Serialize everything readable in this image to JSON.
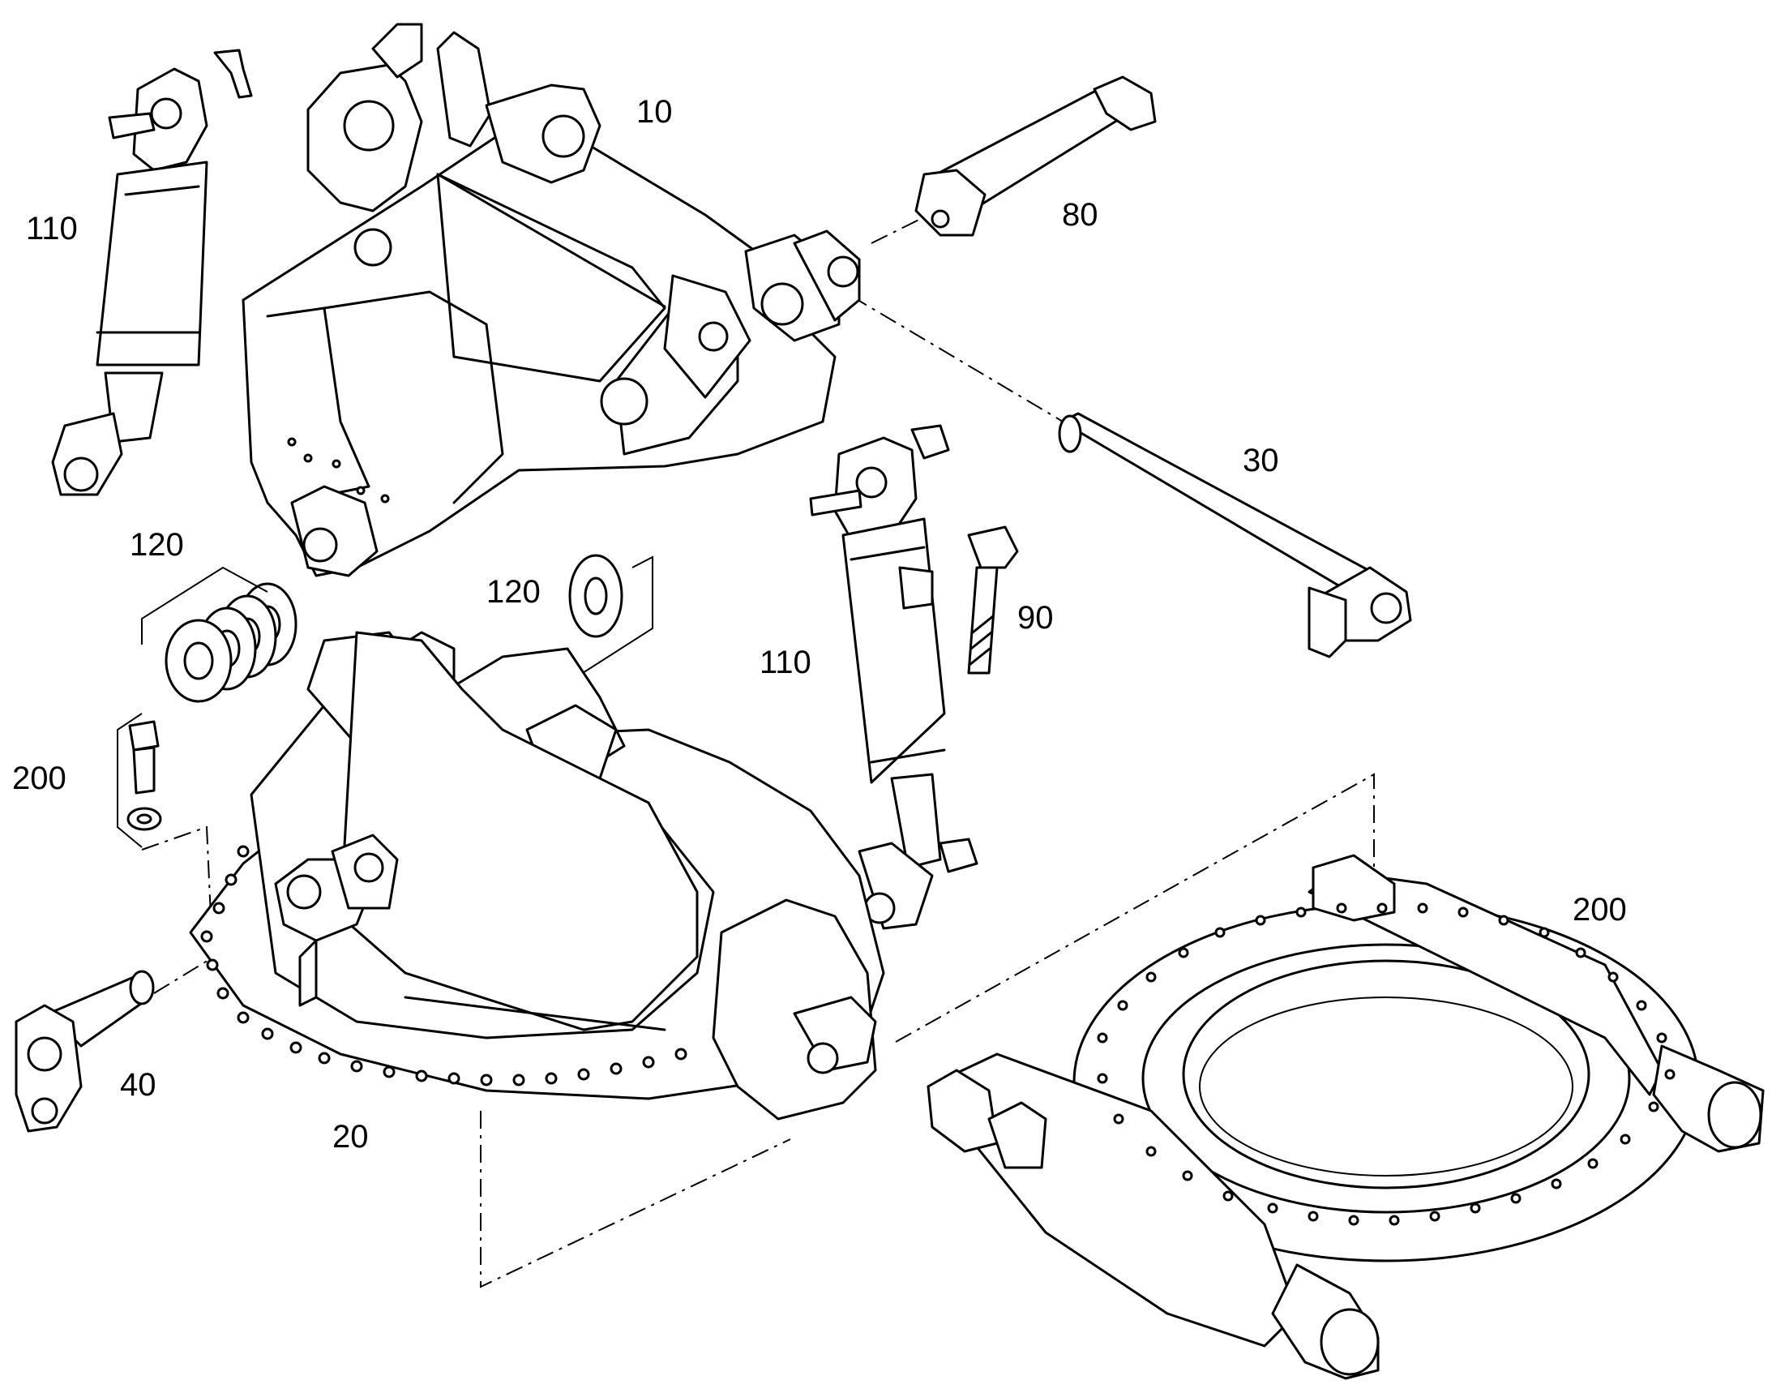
{
  "callouts": {
    "p10": "10",
    "p20": "20",
    "p30": "30",
    "p40": "40",
    "p80": "80",
    "p90": "90",
    "p110_left": "110",
    "p110_mid": "110",
    "p120_left": "120",
    "p120_mid": "120",
    "p200_left": "200",
    "p200_right": "200"
  },
  "colors": {
    "line": "#000000",
    "background": "#ffffff"
  }
}
